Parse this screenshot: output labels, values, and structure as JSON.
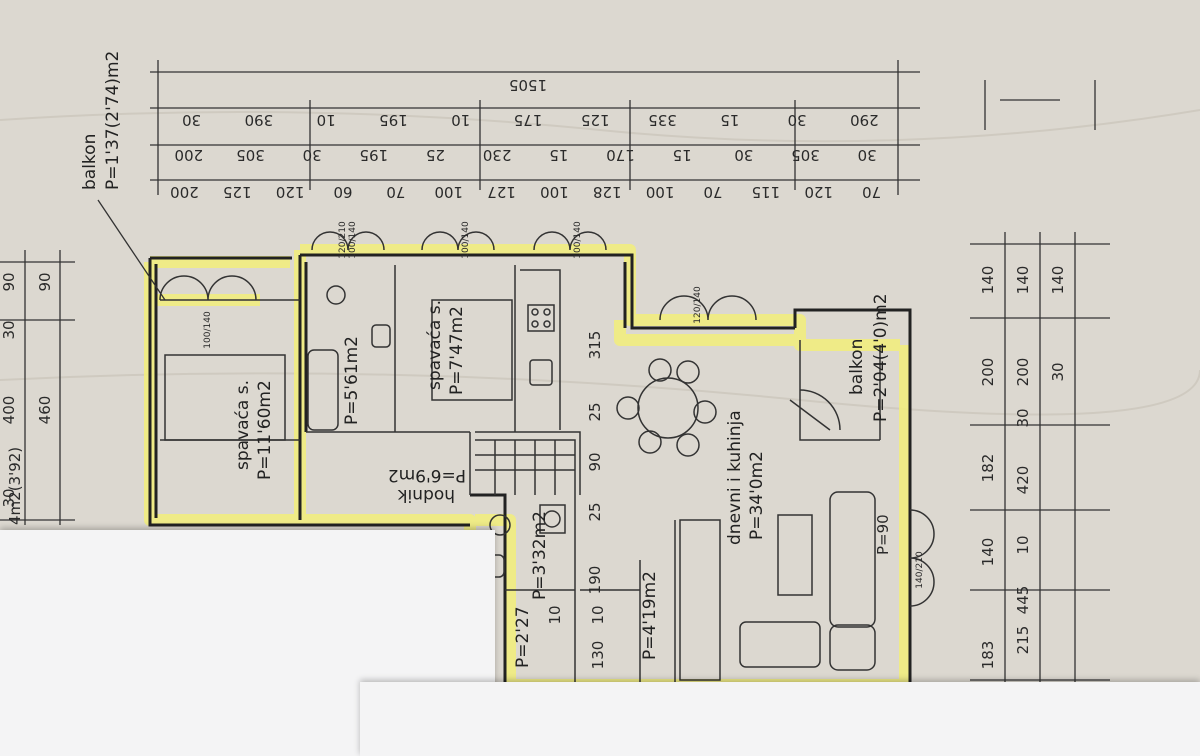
{
  "dimensions": {
    "row1": [
      "1505"
    ],
    "row2": [
      "290",
      "30",
      "15",
      "335",
      "125",
      "175",
      "10",
      "195",
      "10",
      "390",
      "30"
    ],
    "row3": [
      "30",
      "305",
      "30",
      "15",
      "170",
      "15",
      "230",
      "25",
      "195",
      "30",
      "305",
      "200"
    ],
    "row4": [
      "70",
      "120",
      "115",
      "70",
      "100",
      "128",
      "100",
      "127",
      "100",
      "70",
      "60",
      "120",
      "125",
      "200"
    ],
    "right_col1": [
      "140",
      "200",
      "182",
      "140",
      "183"
    ],
    "right_col2": [
      "140",
      "200",
      "30",
      "420",
      "10",
      "445",
      "215"
    ],
    "right_col3": [
      "140",
      "30"
    ],
    "left_col": [
      "90",
      "30",
      "400",
      "460",
      "90",
      "30"
    ],
    "interior": [
      "315",
      "25",
      "90",
      "25",
      "190",
      "10",
      "130",
      "10"
    ],
    "window_labels": [
      "100/140",
      "100/140",
      "100/140",
      "100/140",
      "120/140",
      "140/210",
      "120/210"
    ]
  },
  "rooms": [
    {
      "name": "spavaća s.",
      "area": "P=11'60m2"
    },
    {
      "name": "",
      "area": "P=5'61m2"
    },
    {
      "name": "spavaća s.",
      "area": "P=7'47m2"
    },
    {
      "name": "hodnik",
      "area": "P=6'9m2"
    },
    {
      "name": "",
      "area": "P=3'32m2"
    },
    {
      "name": "dnevni i kuhinja",
      "area": "P=34'0m2"
    },
    {
      "name": "",
      "area": "P=4'19m2"
    },
    {
      "name": "",
      "area": "P=2'27"
    }
  ],
  "balconies": [
    {
      "name": "balkon",
      "area": "P=1'37(2'74)m2"
    },
    {
      "name": "balkon",
      "area": "P=2'04(4'0)m2"
    }
  ],
  "left_partial_text": "4m2(3'92)",
  "door_label": "P=90",
  "colors": {
    "highlight": "#f2ee7a",
    "paper": "#dcd8d0",
    "ink": "#222222"
  }
}
